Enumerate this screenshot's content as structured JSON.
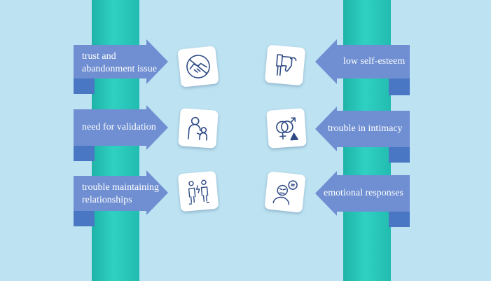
{
  "colors": {
    "background": "#bde3f2",
    "pillar": "#22bfb2",
    "ribbon": "#6f8fd2",
    "ribbon_shadow": "#3d63b4",
    "icon_stroke": "#2e4a86"
  },
  "left_items": [
    {
      "label": "trust and abandonment issue",
      "icon": "no-handshake-icon"
    },
    {
      "label": "need for validation",
      "icon": "adult-child-icon"
    },
    {
      "label": "trouble maintaining relationships",
      "icon": "arguing-couple-icon"
    }
  ],
  "right_items": [
    {
      "label": "low self-esteem",
      "icon": "thumbs-down-icon"
    },
    {
      "label": "trouble in intimacy",
      "icon": "gender-warning-icon"
    },
    {
      "label": "emotional responses",
      "icon": "angry-person-icon"
    }
  ]
}
